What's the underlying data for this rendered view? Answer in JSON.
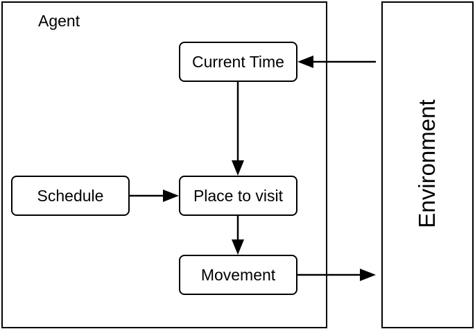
{
  "agent": {
    "label": "Agent"
  },
  "environment": {
    "label": "Environment"
  },
  "nodes": {
    "current_time": "Current Time",
    "place_to_visit": "Place to visit",
    "schedule": "Schedule",
    "movement": "Movement"
  },
  "colors": {
    "stroke": "#000000",
    "background": "#ffffff"
  }
}
